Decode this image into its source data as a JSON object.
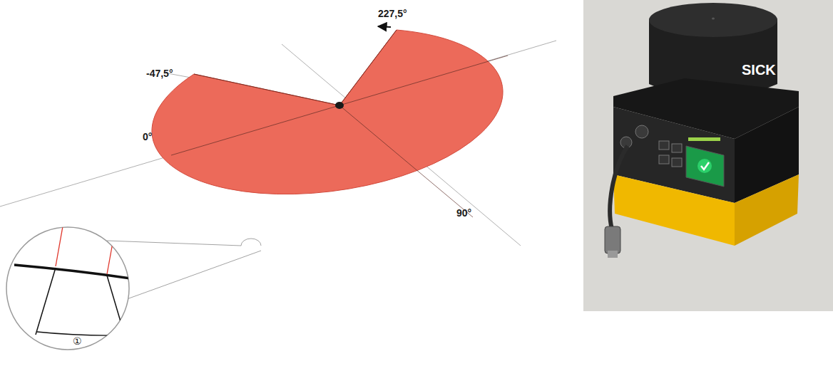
{
  "diagram": {
    "labels": [
      "227,5°",
      "-47,5°",
      "0°",
      "90°",
      "①",
      "SICK"
    ]
  }
}
